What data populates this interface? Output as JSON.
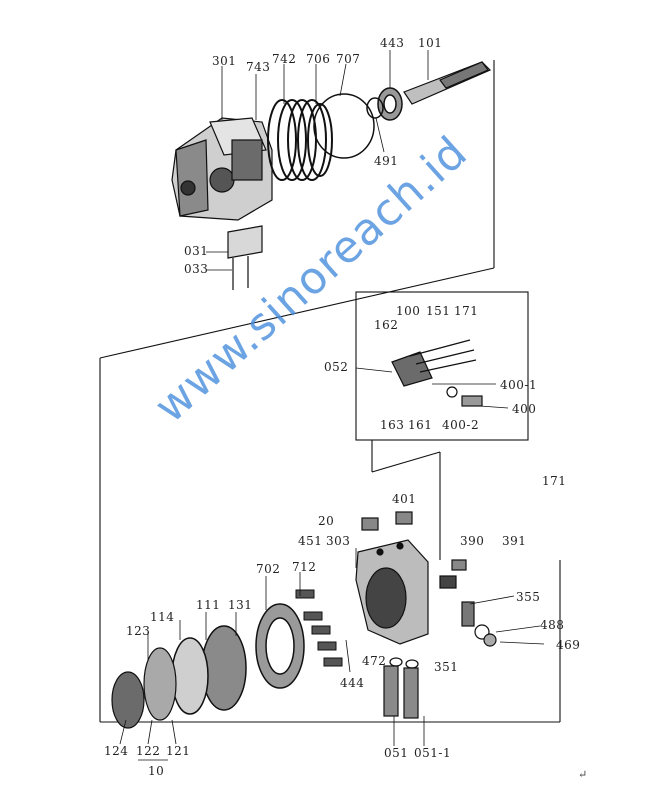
{
  "watermark": "www.sinoreach.id",
  "return_mark": "↵",
  "labels": {
    "l301": "301",
    "l743": "743",
    "l742": "742",
    "l706": "706",
    "l707": "707",
    "l443": "443",
    "l101": "101",
    "l491": "491",
    "l031": "031",
    "l033": "033",
    "l162": "162",
    "l100": "100",
    "l151": "151",
    "l171a": "171",
    "l052": "052",
    "l400_1": "400-1",
    "l163": "163",
    "l161": "161",
    "l400_2": "400-2",
    "l400": "400",
    "l171b": "171",
    "l401": "401",
    "l20": "20",
    "l451": "451",
    "l303": "303",
    "l390": "390",
    "l391": "391",
    "l702": "702",
    "l712": "712",
    "l355": "355",
    "l111": "111",
    "l131": "131",
    "l114": "114",
    "l123": "123",
    "l488": "488",
    "l469": "469",
    "l472": "472",
    "l351": "351",
    "l444": "444",
    "l124": "124",
    "l122": "122",
    "l121": "121",
    "l10": "10",
    "l051": "051",
    "l051_1": "051-1"
  }
}
